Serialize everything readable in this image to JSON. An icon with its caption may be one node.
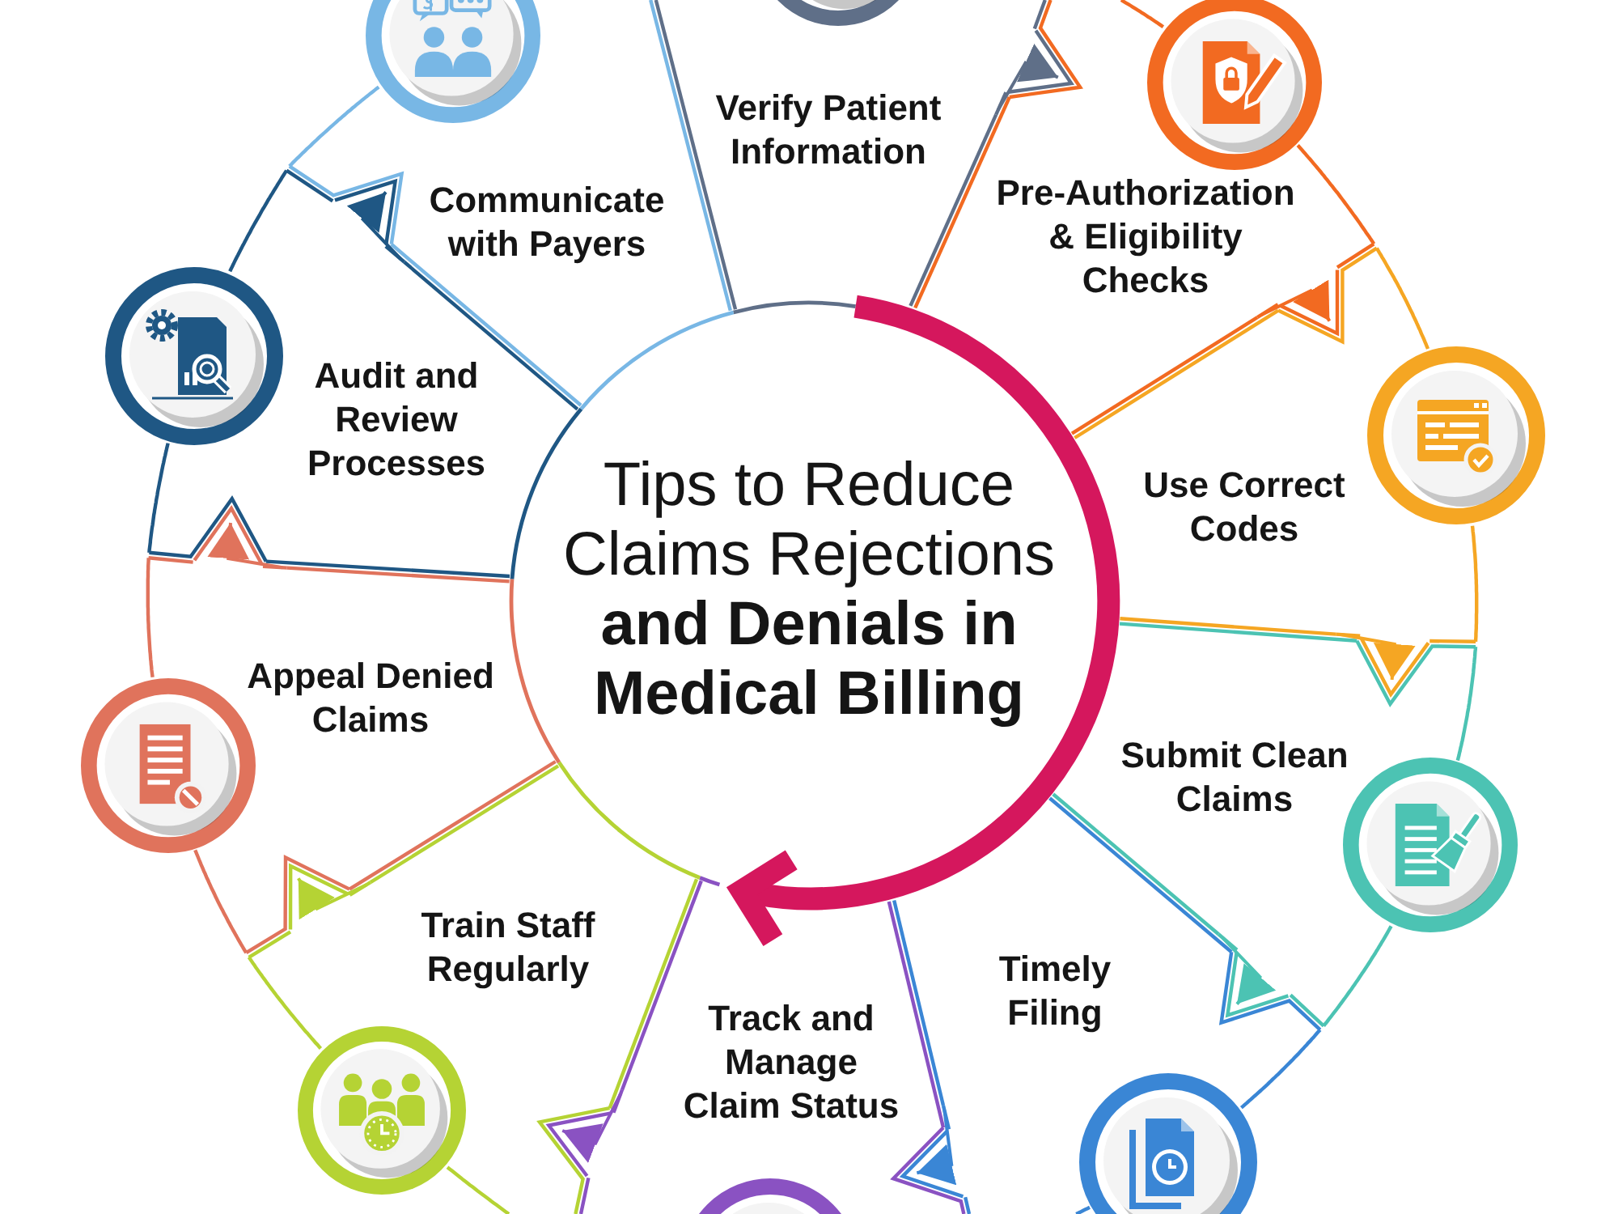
{
  "diagram": {
    "nodes": [
      {
        "text": [
          "Tips to Reduce Claims Rejections **and Denials in Medical Billing**"
        ]
      },
      {
        "text": [
          "Verify Patient Information"
        ]
      },
      {
        "text": [
          "Pre-Authorization & Eligibility Checks"
        ]
      },
      {
        "text": [
          "Use Correct Codes"
        ]
      },
      {
        "text": [
          "Submit Clean Claims"
        ]
      },
      {
        "text": [
          "Timely Filing"
        ]
      },
      {
        "text": [
          "Track and Manage Claim Status"
        ]
      },
      {
        "text": [
          "Train Staff Regularly"
        ]
      },
      {
        "text": [
          "Appeal Denied Claims"
        ]
      },
      {
        "text": [
          "Audit and Review Processes"
        ]
      },
      {
        "text": [
          "Communicate with Payers"
        ]
      }
    ],
    "edges": [
      {
        "from": 1,
        "to": 2,
        "arrow": "to",
        "color": "#5f6f88"
      },
      {
        "from": 2,
        "to": 3,
        "arrow": "to",
        "color": "#f26a21"
      },
      {
        "from": 3,
        "to": 4,
        "arrow": "to",
        "color": "#f5a623"
      },
      {
        "from": 4,
        "to": 5,
        "arrow": "to",
        "color": "#4cc3b3"
      },
      {
        "from": 5,
        "to": 6,
        "arrow": "to",
        "color": "#3a86d5"
      },
      {
        "from": 6,
        "to": 7,
        "arrow": "to",
        "color": "#8a52c2"
      },
      {
        "from": 7,
        "to": 8,
        "arrow": "to",
        "color": "#b5d334"
      },
      {
        "from": 8,
        "to": 9,
        "arrow": "to",
        "color": "#e0735c"
      },
      {
        "from": 9,
        "to": 10,
        "arrow": "to",
        "color": "#1f5784"
      }
    ]
  }
}
